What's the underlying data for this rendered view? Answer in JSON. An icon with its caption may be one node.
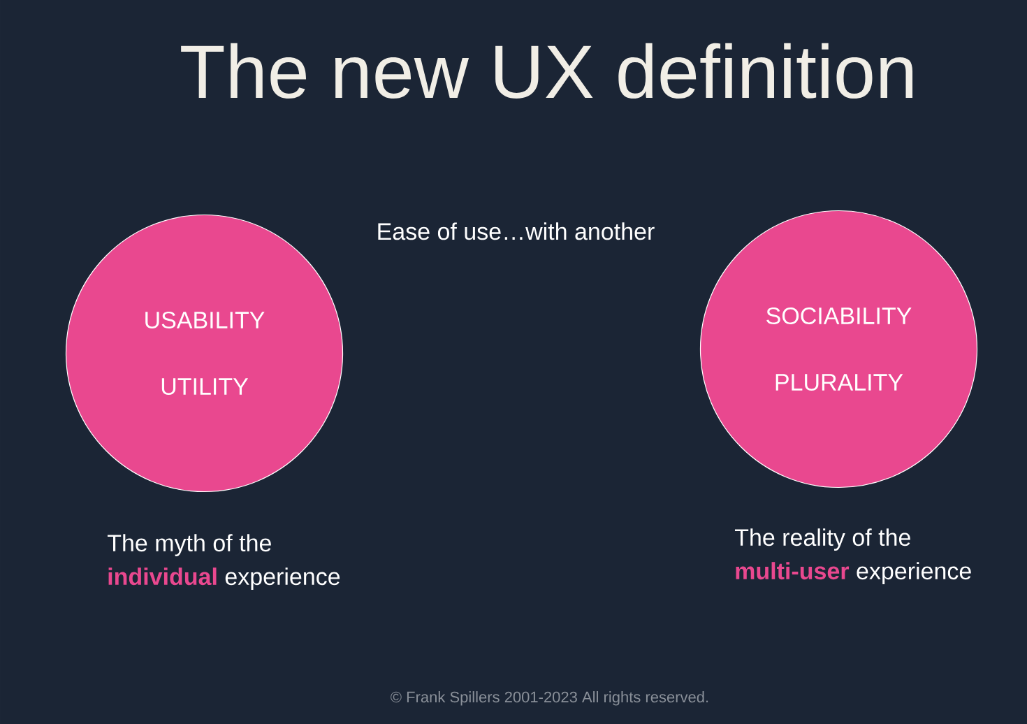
{
  "diagram": {
    "title": "The new UX definition",
    "nodes": [
      {
        "text": [
          "USABILITY",
          "UTILITY"
        ],
        "beside": [
          "The myth of the **individual** experience"
        ]
      },
      {
        "text": [
          "SOCIABILITY",
          "PLURALITY"
        ],
        "beside": [
          "The reality of the **multi-user** experience"
        ]
      }
    ],
    "labels": [
      "Ease of use…with another",
      "© Frank Spillers 2001-2023 All rights reserved."
    ]
  }
}
